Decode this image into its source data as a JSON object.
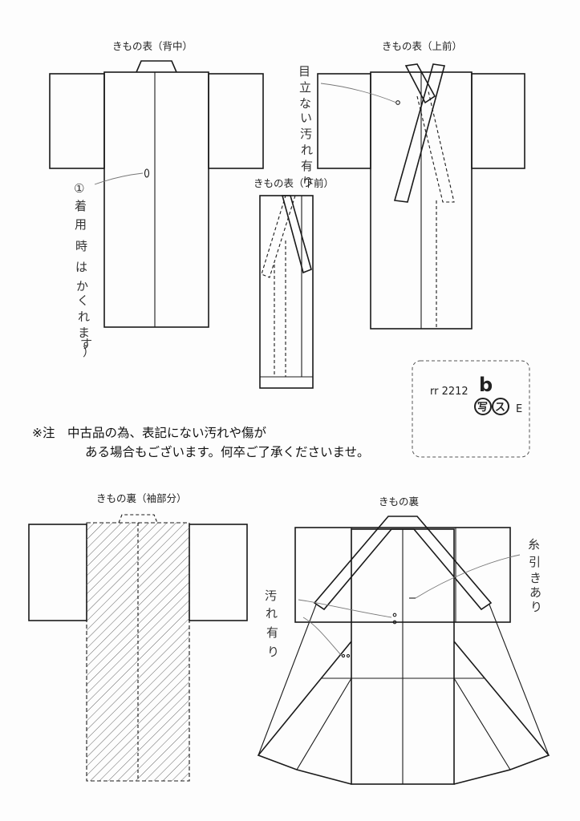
{
  "diagrams": {
    "back": {
      "label": "きもの表（背中）"
    },
    "front_upper": {
      "label": "きもの表（上前）"
    },
    "front_lower": {
      "label": "きもの表（下前）"
    },
    "lining_sleeve": {
      "label": "きもの裏（袖部分）"
    },
    "lining": {
      "label": "きもの裏"
    }
  },
  "annotations": {
    "back_note": [
      "①",
      "着",
      "用",
      "時",
      "は",
      "か",
      "く",
      "れ",
      "ま",
      "す",
      "）"
    ],
    "front_note": [
      "目",
      "立",
      "な",
      "い",
      "汚",
      "れ",
      "有",
      "り"
    ],
    "lining_stain": [
      "汚",
      "れ",
      "有",
      "り"
    ],
    "lining_thread": [
      "糸",
      "引",
      "き",
      "あ",
      "り"
    ]
  },
  "notice": {
    "line1": "※注　中古品の為、表記にない汚れや傷が",
    "line2": "ある場合もございます。何卒ご了承くださいませ。"
  },
  "stamp": {
    "code": "rr 2212",
    "mark": "b",
    "circle1": "写",
    "circle2": "ス",
    "grade": "E"
  }
}
